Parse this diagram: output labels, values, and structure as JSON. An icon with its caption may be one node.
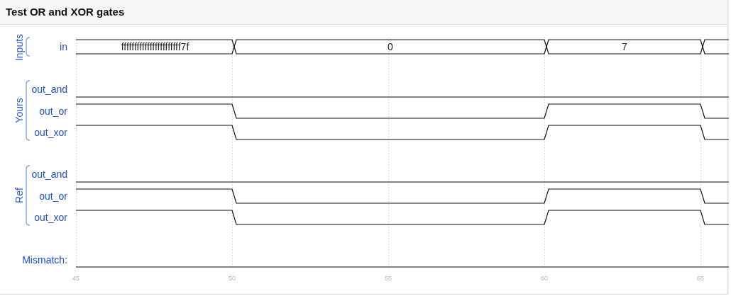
{
  "diagram": {
    "title": "Test OR and XOR gates",
    "nodes": [
      {
        "text": [
          "fffffffffffffffffffffff7f"
        ]
      },
      {
        "text": [
          "0"
        ]
      },
      {
        "text": [
          "7"
        ]
      },
      {
        "text": [],
        "shape": "hexagon"
      }
    ],
    "labels": [
      "Inputs",
      "in",
      "Yours",
      "out_and",
      "out_or",
      "out_xor",
      "Ref",
      "out_and",
      "out_or",
      "out_xor",
      "Mismatch:",
      "45",
      "50",
      "55",
      "60",
      "65"
    ]
  }
}
